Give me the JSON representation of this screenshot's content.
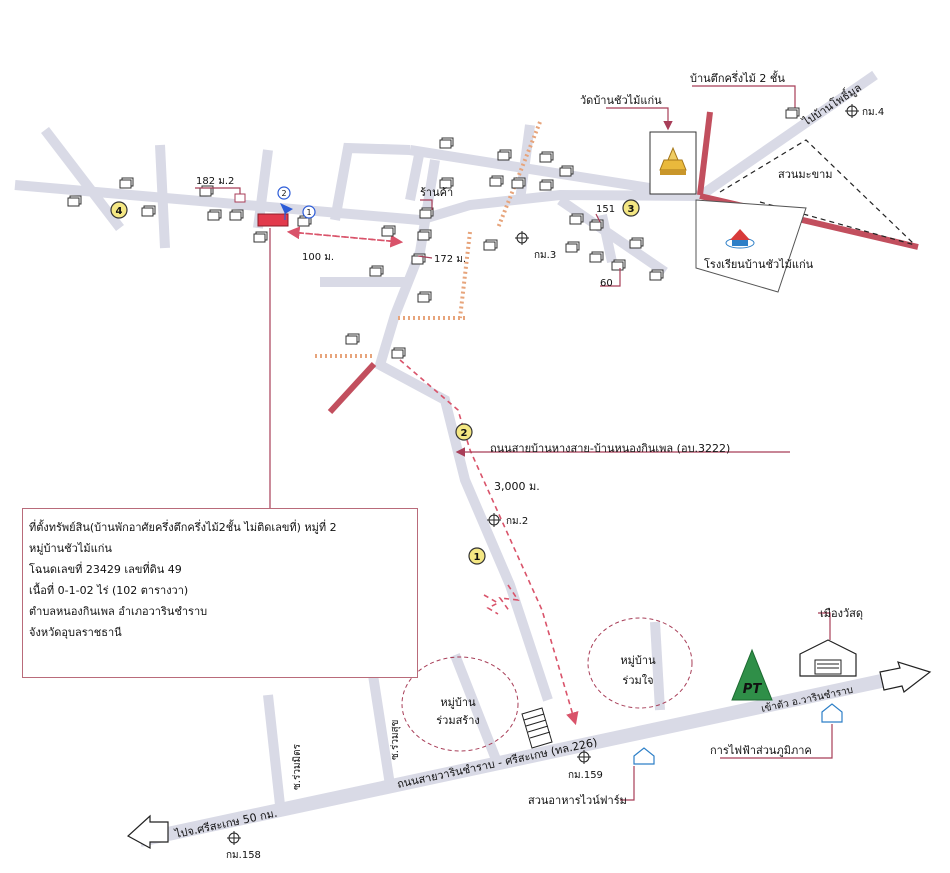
{
  "map": {
    "labels": {
      "house_2floor": "บ้านตึกครึ่งไม้ 2 ชั้น",
      "temple": "วัดบ้านชัวไม้แก่น",
      "road_to_phosil": "ไปบ้านโพธิ์มูล",
      "km4": "กม.4",
      "mango_garden": "สวนมะขาม",
      "school": "โรงเรียนบ้านชัวไม้แก่น",
      "shop": "ร้านค้า",
      "num_182": "182 ม.2",
      "num_172": "172 ม.",
      "num_151": "151",
      "num_60": "60",
      "dist_100": "100 ม.",
      "km3": "กม.3",
      "road_3222": "ถนนสายบ้านหางสาย-บ้านหนองกินเพล (อบ.3222)",
      "dist_3000": "3,000 ม.",
      "km2": "กม.2",
      "village_ruamsang": "หมู่บ้าน\nร่วมสร้าง",
      "village_ruamjai": "หมู่บ้าน\nร่วมใจ",
      "muang_wasadu": "เมืองวัสดุ",
      "to_warin": "เข้าตัว อ.วารินชำราบ",
      "electricity": "การไฟฟ้าส่วนภูมิภาค",
      "main_road": "ถนนสายวารินชำราบ - ศรีสะเกษ (ทล.226)",
      "km159": "กม.159",
      "restaurant": "สวนอาหารไวน์ฟาร์ม",
      "soi_ruamsuk": "ซ.ร่วมสุข",
      "soi_ruammitr": "ซ.ร่วมมิตร",
      "to_sisaket": "ไปจ.ศรีสะเกษ 50 กม.",
      "km158": "กม.158",
      "pt_logo": "PT"
    },
    "markers": [
      "1",
      "2",
      "3",
      "4",
      "1",
      "2"
    ],
    "colors": {
      "road": "#d9dae6",
      "railway": "#c24f5e",
      "dashed_route": "#d9536a",
      "callout_line": "#a83e58",
      "property": "#e23a4c",
      "marker_fill": "#f4e783",
      "dotted_trail": "#e7a47b",
      "info_border": "#b96b7a",
      "logo_green": "#2f8f48"
    }
  },
  "info": {
    "line1": "ที่ตั้งทรัพย์สิน(บ้านพักอาศัยครึ่งตึกครึ่งไม้2ชั้น ไม่ติดเลขที่) หมู่ที่  2",
    "line2": "หมู่บ้านชัวไม้แก่น",
    "line3": "โฉนดเลขที่   23429   เลขที่ดิน  49",
    "line4": "เนื้อที่  0-1-02 ไร่  (102  ตารางวา)",
    "line5": "ตำบลหนองกินเพล  อำเภอวารินชำราบ",
    "line6": "จังหวัดอุบลราชธานี"
  }
}
